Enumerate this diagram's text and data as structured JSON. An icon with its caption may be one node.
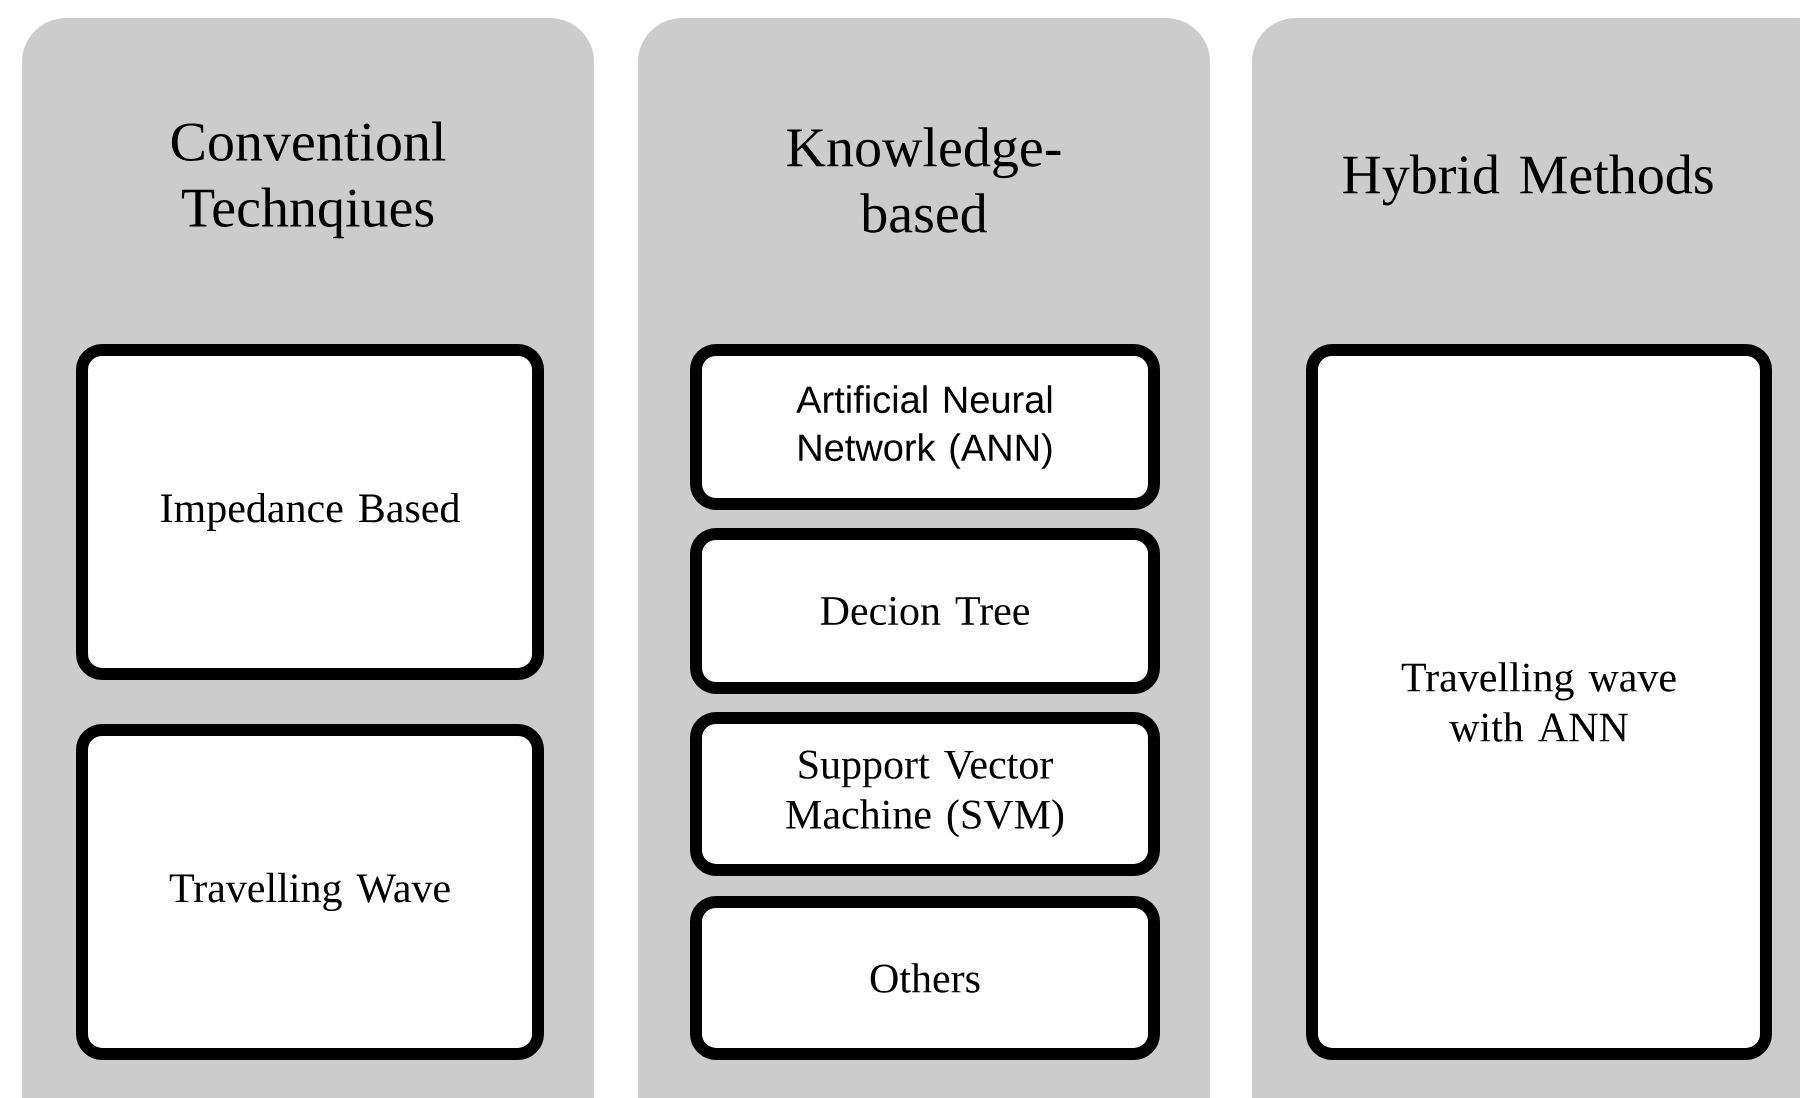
{
  "diagram": {
    "nodes": [
      {
        "text": [
          "Conventionl Technqiues"
        ]
      },
      {
        "text": [
          "Impedance Based"
        ],
        "in": 0
      },
      {
        "text": [
          "Travelling Wave"
        ],
        "in": 0
      },
      {
        "text": [
          "Knowledge-based"
        ]
      },
      {
        "text": [
          "Artificial Neural Network (ANN)"
        ],
        "in": 3
      },
      {
        "text": [
          "Decion Tree"
        ],
        "in": 3
      },
      {
        "text": [
          "Support Vector Machine (SVM)"
        ],
        "in": 3
      },
      {
        "text": [
          "Others"
        ],
        "in": 3
      },
      {
        "text": [
          "Hybrid Methods"
        ]
      },
      {
        "text": [
          "Travelling wave with ANN"
        ],
        "in": 8
      }
    ],
    "edges": []
  }
}
